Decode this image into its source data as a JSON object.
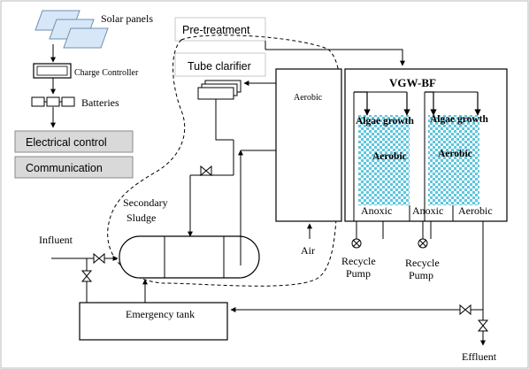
{
  "labels": {
    "solar_panels": "Solar panels",
    "charge_controller": "Charge Controller",
    "batteries": "Batteries",
    "electrical_control": "Electrical control",
    "communication": "Communication",
    "pre_treatment": "Pre-treatment",
    "tube_clarifier": "Tube clarifier",
    "aerobic_tank": "Aerobic",
    "vgw_bf": "VGW-BF",
    "algae_growth_1": "Algae growth",
    "algae_growth_2": "Algae growth",
    "aerobic_zone_1": "Aerobic",
    "aerobic_zone_2": "Aerobic",
    "anoxic_1": "Anoxic",
    "anoxic_2": "Anoxic",
    "aerobic_bottom": "Aerobic",
    "secondary_sludge_1": "Secondary",
    "secondary_sludge_2": "Sludge",
    "influent": "Influent",
    "air": "Air",
    "recycle_pump_1_a": "Recycle",
    "recycle_pump_1_b": "Pump",
    "recycle_pump_2_a": "Recycle",
    "recycle_pump_2_b": "Pump",
    "emergency_tank": "Emergency tank",
    "effluent": "Effluent"
  },
  "colors": {
    "panel_fill": "#cfe3f7",
    "panel_stroke": "#6f8fb0",
    "control_box_fill": "#d9d9d9",
    "algae_fill": "#7fd4e4",
    "line": "#000000"
  }
}
